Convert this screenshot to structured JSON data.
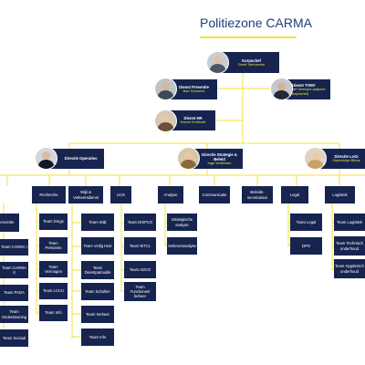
{
  "title": "Politiezone CARMA",
  "colors": {
    "navy": "#16244f",
    "yellow": "#f1e33a",
    "title": "#1f3c7a"
  },
  "people": {
    "korpschef": {
      "role": "Korpschef",
      "name": "Geert Verhoeven"
    },
    "preventie": {
      "role": "Dienst Preventie",
      "name": "Bart Geusens"
    },
    "tvm": {
      "role": "Dienst TVMV",
      "name": "Jef Verreyck (adjunct-korpschef)"
    },
    "hr": {
      "role": "Dienst HR",
      "name": "Hanne Kerkhofs"
    },
    "operaties": {
      "role": "Directie Operaties",
      "name": ""
    },
    "strategie": {
      "role": "Directie Strategie & Beleid",
      "name": "Inge Verbiesen"
    },
    "logistiek": {
      "role": "Directie LoGi",
      "name": "Gwendolyn Bleus"
    }
  },
  "columns": {
    "interventie": {
      "header": "Interventie",
      "items": [
        "Team CARMA I",
        "Team CARMA II",
        "Team PADA",
        "Team Ondersteuning",
        "Team Sociaal"
      ]
    },
    "recherche": {
      "header": "Recherche",
      "items": [
        "Team Drugs",
        "Team Personen",
        "Team Vermogen",
        "Team LCCU",
        "Team Info"
      ]
    },
    "wijk": {
      "header": "Wijk & Verkeersdienst",
      "items": [
        "Team Wijk",
        "Team Veilig Huis",
        "Team Dienstpatrouille",
        "Team Schollen",
        "Team Verkeer",
        "Team Info"
      ]
    },
    "lick": {
      "header": "LICK",
      "items": [
        "Team DISPCO",
        "Team WTCL",
        "Team ADCO",
        "Team Functioneel beheer"
      ]
    },
    "analyse": {
      "header": "Analyse",
      "items": [
        "Strategische analyse",
        "Verkeersanalyse"
      ]
    },
    "communicatie": {
      "header": "Communicatie",
      "items": []
    },
    "beleid": {
      "header": "Beleids-secretariaat",
      "items": []
    },
    "legal": {
      "header": "Legal",
      "items": [
        "Team Legal",
        "DPO"
      ]
    },
    "logistics": {
      "header": "Logistiek",
      "items": [
        "Team Logistiek",
        "Team Technisch onderhoud",
        "Team Hygiënisch onderhoud"
      ]
    }
  }
}
